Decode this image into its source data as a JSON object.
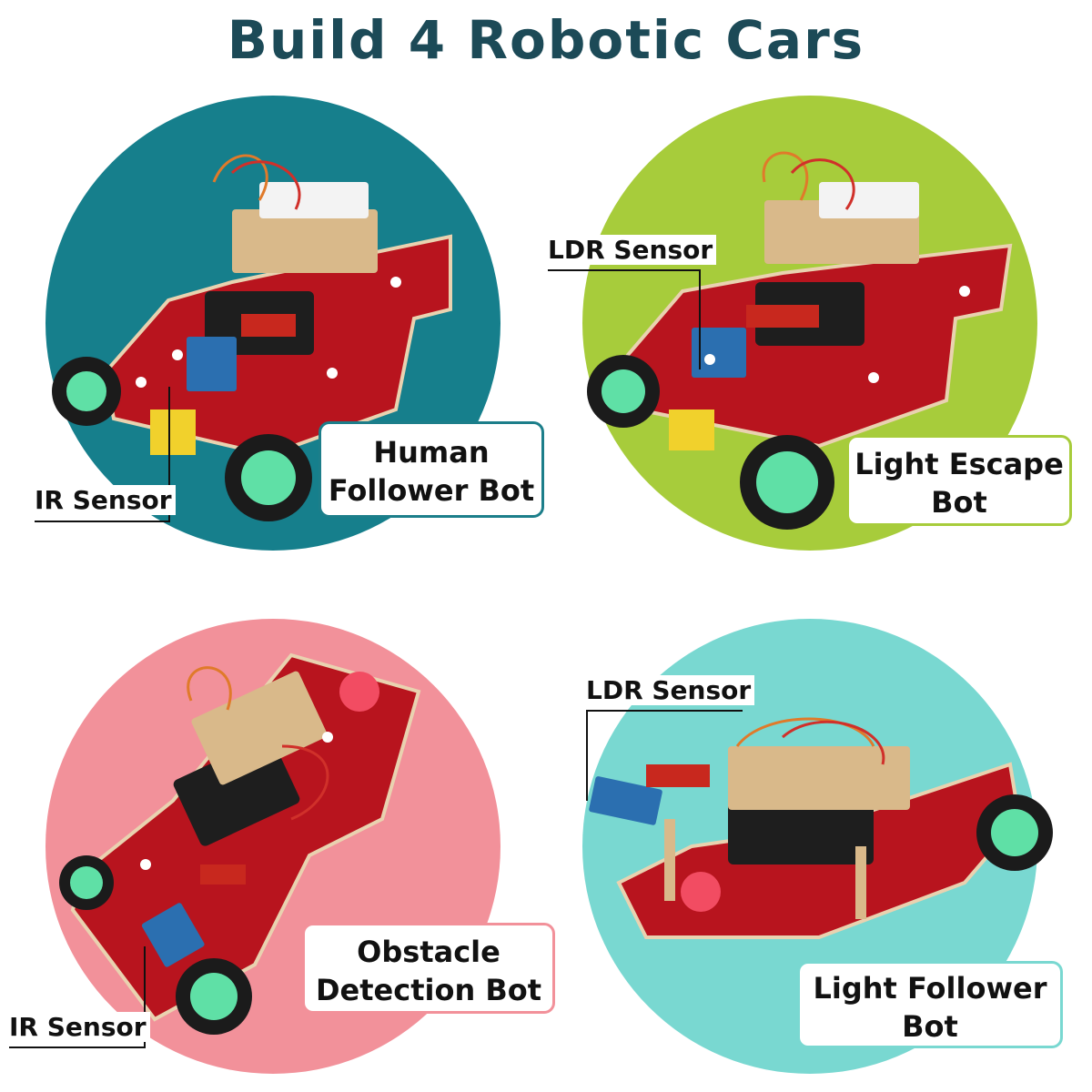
{
  "title": "Build 4 Robotic Cars",
  "colors": {
    "title": "#1c4a57",
    "teal_circle": "#167f8c",
    "green_circle": "#a7cc3b",
    "pink_circle": "#f2919a",
    "aqua_circle": "#79d8d1",
    "chassis_red": "#b8141e",
    "wheel_hub": "#5fe0a6",
    "tyre": "#1b1b1b",
    "wood": "#d9b98a",
    "sensor_blue": "#2b6fb0"
  },
  "panels": [
    {
      "name": "Human Follower Bot",
      "line1": "Human",
      "line2": "Follower Bot",
      "sensor": "IR Sensor",
      "border": "#1c7e8a"
    },
    {
      "name": "Light Escape Bot",
      "line1": "Light Escape",
      "line2": "Bot",
      "sensor": "LDR Sensor",
      "border": "#a7cc3b"
    },
    {
      "name": "Obstacle Detection Bot",
      "line1": "Obstacle",
      "line2": "Detection Bot",
      "sensor": "IR Sensor",
      "border": "#f2919a"
    },
    {
      "name": "Light Follower Bot",
      "line1": "Light Follower",
      "line2": "Bot",
      "sensor": "LDR Sensor",
      "border": "#79d8d1"
    }
  ]
}
